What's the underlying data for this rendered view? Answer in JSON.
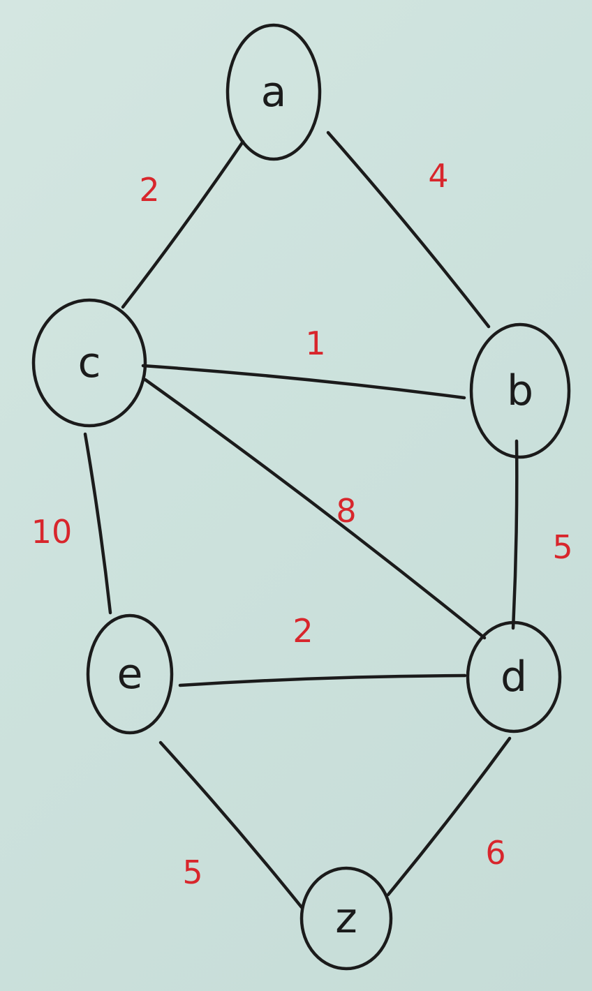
{
  "colors": {
    "ink": "#1b1b1b",
    "weight": "#d8262c",
    "paper": "#cfe3df"
  },
  "nodes": [
    {
      "id": "a",
      "label": "a"
    },
    {
      "id": "b",
      "label": "b"
    },
    {
      "id": "c",
      "label": "c"
    },
    {
      "id": "d",
      "label": "d"
    },
    {
      "id": "e",
      "label": "e"
    },
    {
      "id": "z",
      "label": "z"
    }
  ],
  "edges": [
    {
      "from": "a",
      "to": "c",
      "weight": "2"
    },
    {
      "from": "a",
      "to": "b",
      "weight": "4"
    },
    {
      "from": "c",
      "to": "b",
      "weight": "1"
    },
    {
      "from": "c",
      "to": "d",
      "weight": "8"
    },
    {
      "from": "b",
      "to": "d",
      "weight": "5"
    },
    {
      "from": "c",
      "to": "e",
      "weight": "10"
    },
    {
      "from": "e",
      "to": "d",
      "weight": "2"
    },
    {
      "from": "e",
      "to": "z",
      "weight": "5"
    },
    {
      "from": "d",
      "to": "z",
      "weight": "6"
    }
  ]
}
